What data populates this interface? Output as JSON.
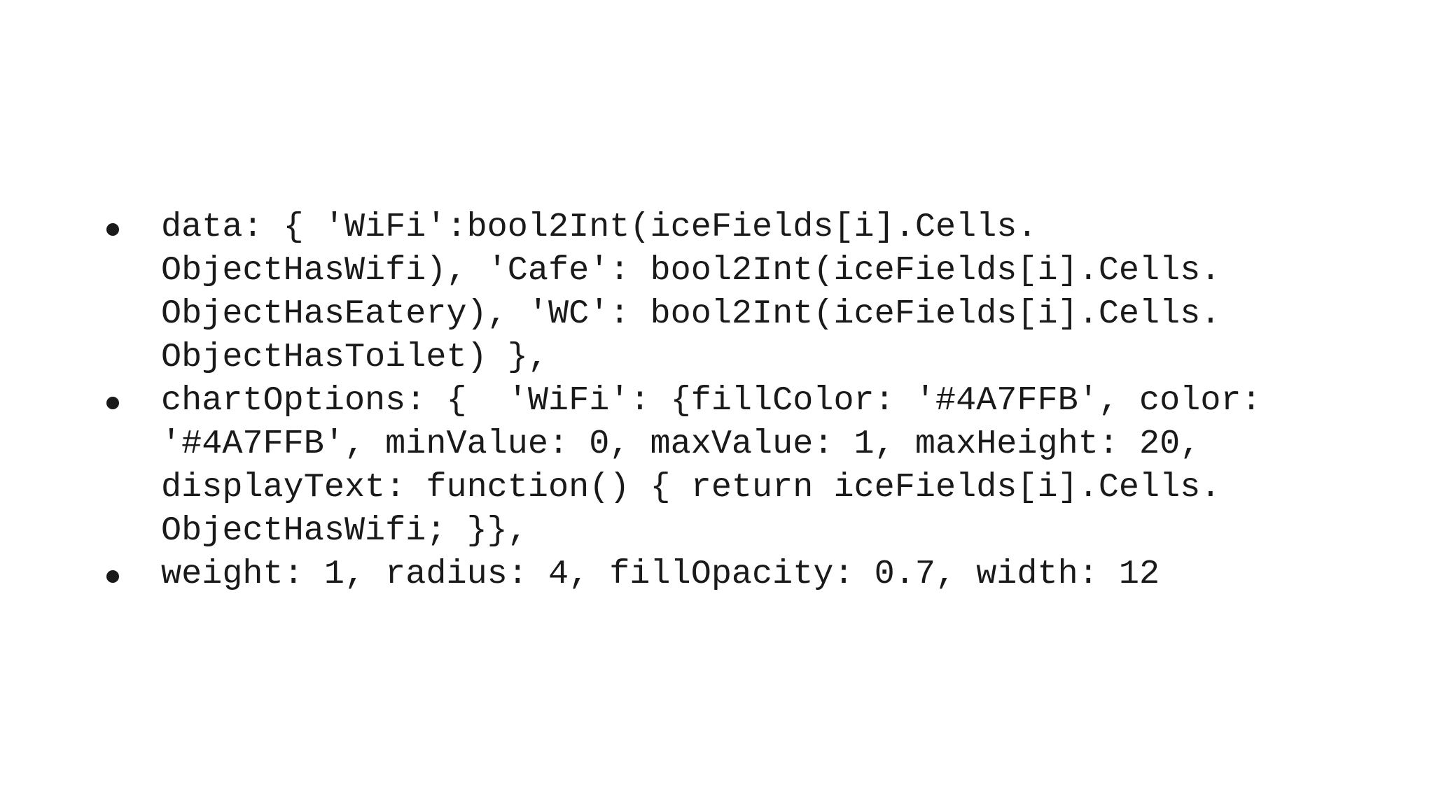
{
  "bullets": [
    {
      "lines": [
        "data: { 'WiFi':bool2Int(iceFields[i].Cells.",
        "ObjectHasWifi), 'Cafe': bool2Int(iceFields[i].Cells.",
        "ObjectHasEatery), 'WC': bool2Int(iceFields[i].Cells.",
        "ObjectHasToilet) },"
      ]
    },
    {
      "lines": [
        "chartOptions: {  'WiFi': {fillColor: '#4A7FFB', color:",
        "'#4A7FFB', minValue: 0, maxValue: 1, maxHeight: 20,",
        "displayText: function() { return iceFields[i].Cells.",
        "ObjectHasWifi; }},"
      ]
    },
    {
      "lines": [
        "weight: 1, radius: 4, fillOpacity: 0.7, width: 12"
      ]
    }
  ]
}
